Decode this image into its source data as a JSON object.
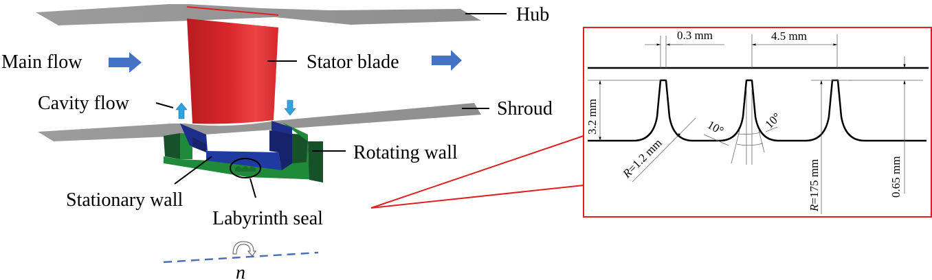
{
  "figure": {
    "left_panel": {
      "labels": {
        "hub": "Hub",
        "main_flow": "Main flow",
        "stator_blade": "Stator blade",
        "cavity_flow": "Cavity flow",
        "shroud": "Shroud",
        "rotating_wall": "Rotating wall",
        "stationary_wall": "Stationary wall",
        "labyrinth_seal": "Labyrinth seal",
        "rotation_axis": "n"
      },
      "colors": {
        "blade": "#e0282c",
        "surface": "#9a9a9a",
        "rotating_wall": "#1f8a3a",
        "stationary_wall": "#1f2f9a",
        "flow_arrow": "#4472c4",
        "cavity_arrow": "#2ea3dd",
        "axis": "#4a6fb5"
      }
    },
    "detail_panel": {
      "border_color": "#e02020",
      "dimensions": {
        "tip_width": "0.3 mm",
        "pitch": "4.5 mm",
        "fin_height": "3.2 mm",
        "fillet_radius_prefix": "R",
        "fillet_radius": "=1.2 mm",
        "angle_left": "10°",
        "angle_right": "10°",
        "radius_prefix": "R",
        "radius": "=175 mm",
        "clearance": "0.65 mm"
      }
    }
  }
}
